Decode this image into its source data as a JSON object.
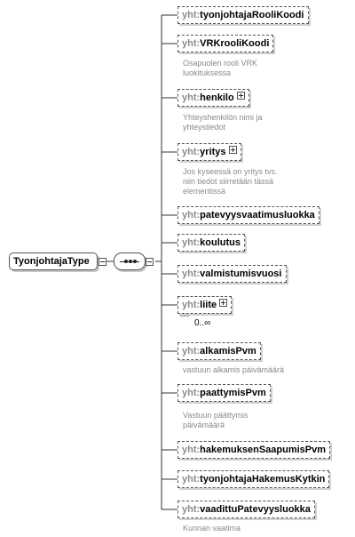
{
  "root": {
    "label": "TyonjohtajaType"
  },
  "namespace_prefix": "yht:",
  "elements": [
    {
      "name": "tyonjohtajaRooliKoodi",
      "doc": []
    },
    {
      "name": "VRKrooliKoodi",
      "doc": [
        "Osapuolen rooli VRK",
        "luokituksessa"
      ]
    },
    {
      "name": "henkilo",
      "doc": [
        "Yhteyshenkilön nimi ja",
        "yhteystiedot"
      ]
    },
    {
      "name": "yritys",
      "doc": [
        "Jos kyseessä on yritys tvs.",
        "niin tiedot siirretään tässä",
        "elementissä"
      ]
    },
    {
      "name": "patevyysvaatimusluokka",
      "doc": []
    },
    {
      "name": "koulutus",
      "doc": []
    },
    {
      "name": "valmistumisvuosi",
      "doc": []
    },
    {
      "name": "liite",
      "doc": [],
      "cardinality": "0..∞"
    },
    {
      "name": "alkamisPvm",
      "doc": [
        "vastuun alkamis päivämäärä"
      ]
    },
    {
      "name": "paattymisPvm",
      "doc": [
        "Vastuun päättymis",
        "päivämäärä"
      ]
    },
    {
      "name": "hakemuksenSaapumisPvm",
      "doc": []
    },
    {
      "name": "tyonjohtajaHakemusKytkin",
      "doc": []
    },
    {
      "name": "vaadittuPatevyysluokka",
      "doc": [
        "Kunnan vaatima"
      ]
    }
  ]
}
